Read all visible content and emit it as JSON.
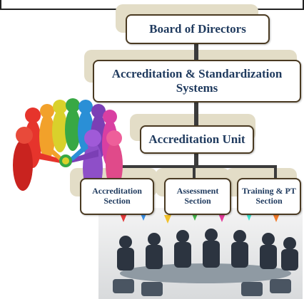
{
  "org_chart": {
    "level1": {
      "label": "Board of Directors"
    },
    "level2": {
      "label": "Accreditation & Standardization Systems"
    },
    "level3": {
      "label": "Accreditation Unit"
    },
    "sections": [
      {
        "label": "Accreditation Section"
      },
      {
        "label": "Assessment Section"
      },
      {
        "label": "Training & PT Section"
      }
    ]
  },
  "colors": {
    "node_text": "#1f3a5e",
    "node_border": "#4a3a22",
    "shadow_box": "#e3ddc7",
    "connector": "#3b3b3b"
  },
  "illustrations": {
    "left": "colorful-people-circle-illustration",
    "bottom": "business-meeting-photo"
  }
}
